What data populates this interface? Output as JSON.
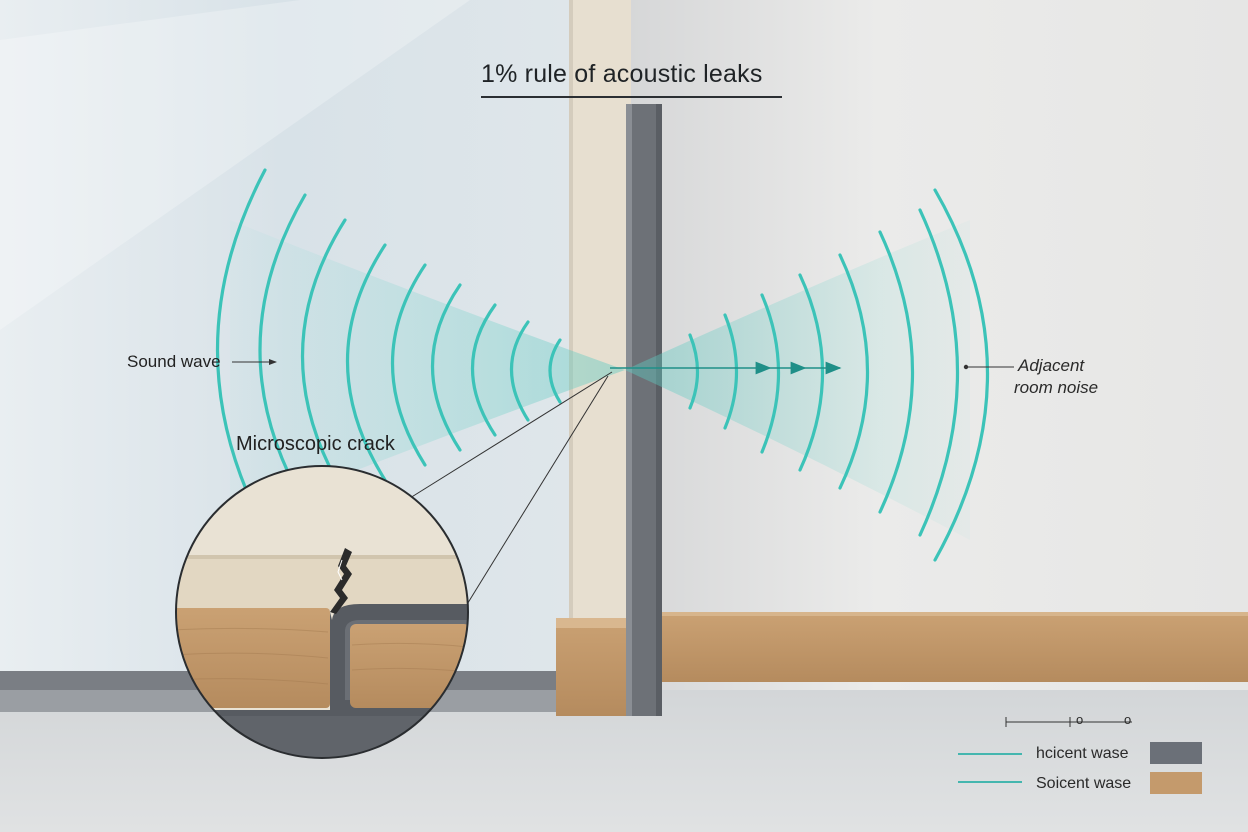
{
  "title": "1% rule of acoustic leaks",
  "labels": {
    "sound_wave": "Sound wave",
    "microscopic_crack": "Microscopic crack",
    "adjacent_line1": "Adjacent",
    "adjacent_line2": "room noise"
  },
  "legend": {
    "items": [
      {
        "label": "hcicent wase",
        "line_color": "#2fb0a8",
        "swatch_color": "#6b7078"
      },
      {
        "label": "Soicent wase",
        "line_color": "#2fb0a8",
        "swatch_color": "#c49a6c"
      }
    ],
    "scale_marks": [
      "o",
      "o"
    ]
  },
  "colors": {
    "wave": "#3cc3b8",
    "wall_face": "#e8e1d3",
    "wall_metal": "#6f7379",
    "wood": "#c39a6b",
    "floor": "#d6d9db"
  }
}
